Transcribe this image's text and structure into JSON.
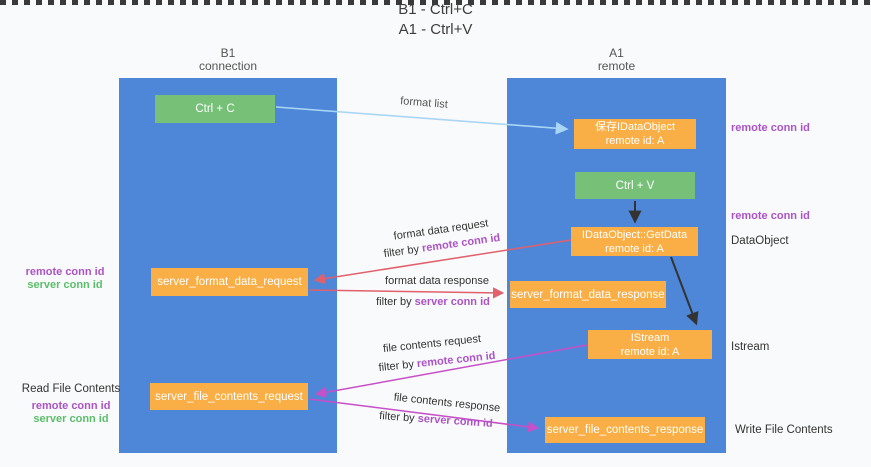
{
  "title": {
    "line1": "B1 - Ctrl+C",
    "line2": "A1 - Ctrl+V"
  },
  "lifelines": {
    "left": {
      "name": "B1",
      "role": "connection"
    },
    "right": {
      "name": "A1",
      "role": "remote"
    }
  },
  "boxes": {
    "ctrl_c": {
      "label": "Ctrl + C"
    },
    "ctrl_v": {
      "label": "Ctrl + V"
    },
    "save_dataobject": {
      "line1": "保存IDataObject",
      "line2": "remote id: A"
    },
    "getdata": {
      "line1": "IDataObject::GetData",
      "line2": "remote id: A"
    },
    "istream": {
      "line1": "IStream",
      "line2": "remote id: A"
    },
    "format_request": {
      "label": "server_format_data_request"
    },
    "format_response": {
      "label": "server_format_data_response"
    },
    "file_request": {
      "label": "server_file_contents_request"
    },
    "file_response": {
      "label": "server_file_contents_response"
    }
  },
  "arrows": {
    "format_list": {
      "label": "format list"
    },
    "format_data_request": {
      "label": "format data request",
      "filter_prefix": "filter by",
      "filter_id": "remote conn id"
    },
    "format_data_response": {
      "label": "format data response",
      "filter_prefix": "filter by",
      "filter_id": "server conn id"
    },
    "file_contents_request": {
      "label": "file contents request",
      "filter_prefix": "filter by",
      "filter_id": "remote conn id"
    },
    "file_contents_response": {
      "label": "file contents response",
      "filter_prefix": "filter by",
      "filter_id": "server conn id"
    }
  },
  "side_labels": {
    "right_remote_conn_id_top": "remote conn id",
    "right_remote_conn_id_mid": "remote conn id",
    "data_object": "DataObject",
    "istream": "Istream",
    "write_file_contents": "Write File Contents",
    "left_remote_conn_id_mid": "remote conn id",
    "left_server_conn_id_mid": "server conn id",
    "read_file_contents": "Read File Contents",
    "left_remote_conn_id_bottom": "remote conn id",
    "left_server_conn_id_bottom": "server conn id"
  },
  "colors": {
    "lifeline_blue": "#4e86d8",
    "box_green": "#76c078",
    "box_orange": "#f9ae46",
    "arrow_red": "#e0606c",
    "arrow_magenta": "#c74fc7",
    "arrow_lightblue": "#a9d6f5",
    "arrow_black": "#333333",
    "text_purple": "#ac53c6",
    "text_green": "#5bbe6b",
    "dashed_line": "#3a3a3a",
    "background": "#f9fafb"
  }
}
